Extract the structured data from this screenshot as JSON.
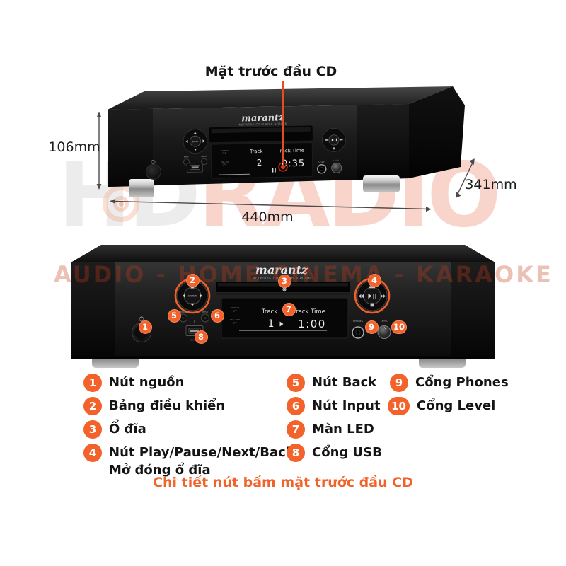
{
  "colors": {
    "accent": "#f2622a",
    "pointer": "#e8491f",
    "dimension": "#4a4a4a"
  },
  "title": "Mặt trước đầu CD",
  "dimensions": {
    "height": "106mm",
    "width": "440mm",
    "depth": "341mm"
  },
  "device": {
    "brand": "marantz",
    "model": "NETWORK CD PLAYER ND8006",
    "labels": {
      "enter": "ENTER",
      "back": "BACK",
      "input": "INPUT",
      "phones": "PHONES",
      "level": "LEVEL",
      "usb": "5V/1.5A"
    },
    "display_side": {
      "l1": "DISPLAY",
      "l2": "OFF",
      "l3": "DIG. OUT",
      "l4": "OFF"
    },
    "top_display": {
      "track_label": "Track",
      "track": "2",
      "time_label": "Track Time",
      "time": "0:35"
    },
    "front_display": {
      "track_label": "Track",
      "track": "1",
      "time_label": "Track Time",
      "time": "1:00"
    }
  },
  "badges": [
    "1",
    "2",
    "3",
    "4",
    "5",
    "6",
    "7",
    "8",
    "9",
    "10"
  ],
  "legend": {
    "col1": [
      {
        "num": "1",
        "label": "Nút nguồn"
      },
      {
        "num": "2",
        "label": "Bảng điều khiển"
      },
      {
        "num": "3",
        "label": "Ổ đĩa"
      },
      {
        "num": "4",
        "label": "Nút Play/Pause/Next/Back/",
        "label2": "Mở đóng ổ đĩa"
      }
    ],
    "col2": [
      {
        "num": "5",
        "label": "Nút Back"
      },
      {
        "num": "6",
        "label": "Nút Input"
      },
      {
        "num": "7",
        "label": "Màn LED"
      },
      {
        "num": "8",
        "label": "Cổng USB"
      }
    ],
    "col3": [
      {
        "num": "9",
        "label": "Cổng Phones"
      },
      {
        "num": "10",
        "label": "Cổng Level"
      }
    ]
  },
  "caption": "Chi tiết nút bấm mặt trước đầu CD",
  "watermark": {
    "part1": "HD",
    "part2": "RADIO",
    "tagline": "AUDIO - HOME CINEMA - KARAOKE"
  }
}
